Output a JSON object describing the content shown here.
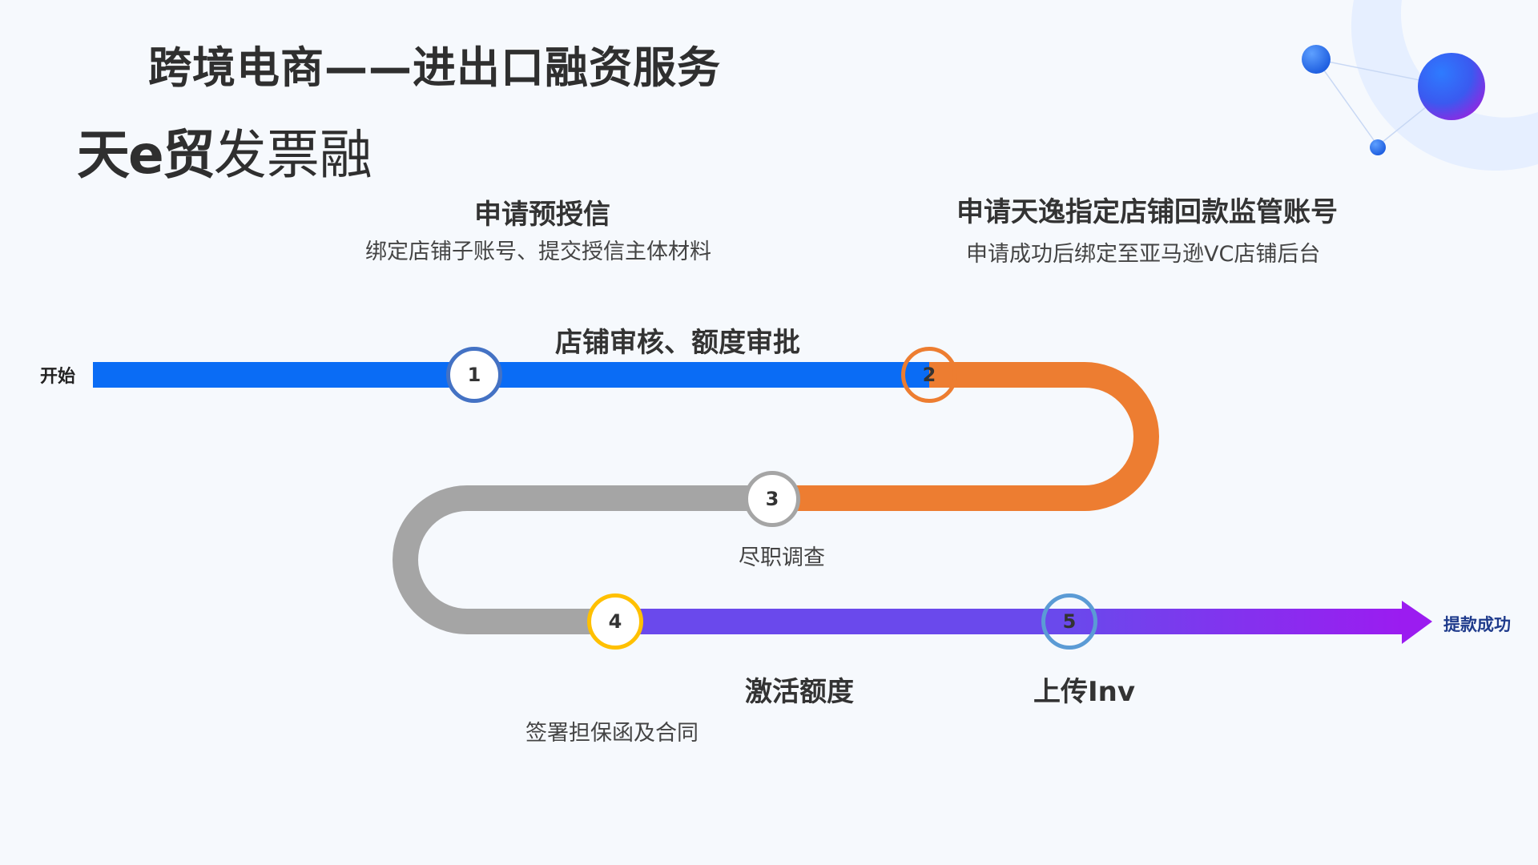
{
  "header": {
    "title": "跨境电商——进出口融资服务",
    "product_prefix": "天e贸",
    "product_suffix": "发票融"
  },
  "flow": {
    "start_label": "开始",
    "end_label": "提款成功",
    "steps": [
      {
        "number": "1",
        "title": "申请预授信",
        "description": "绑定店铺子账号、提交授信主体材料"
      },
      {
        "number": "2",
        "title": "店铺审核、额度审批",
        "description": ""
      },
      {
        "number": "3",
        "title": "",
        "description": "尽职调查"
      },
      {
        "number": "4",
        "title": "激活额度",
        "description": "签署担保函及合同"
      },
      {
        "number": "5",
        "title": "上传Inv",
        "description": ""
      }
    ],
    "account_note": {
      "title": "申请天逸指定店铺回款监管账号",
      "description": "申请成功后绑定至亚马逊VC店铺后台"
    }
  },
  "colors": {
    "segment_blue": "#0a6cf5",
    "segment_orange": "#ed7d31",
    "segment_gray": "#a5a5a5",
    "segment_indigo": "#6a49ec",
    "segment_purple": "#9b1cf0",
    "node1_ring": "#4472c4",
    "node2_ring": "#ed7d31",
    "node3_ring": "#a5a5a5",
    "node4_ring": "#ffc000",
    "node5_ring": "#5b9bd5"
  },
  "decoration": {
    "spheres": "blue-gradient-spheres"
  }
}
